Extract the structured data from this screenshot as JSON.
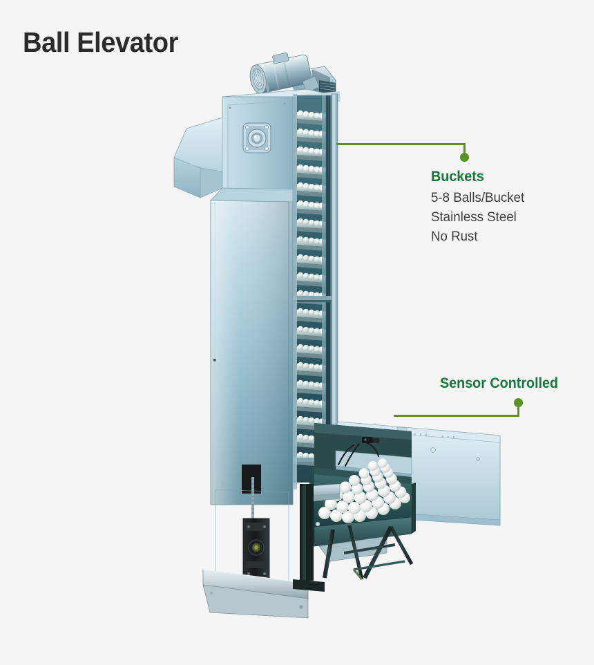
{
  "page": {
    "title": "Ball Elevator",
    "background_color": "#f5f5f5",
    "title_color": "#2b2b2b"
  },
  "theme": {
    "callout_green": "#16773a",
    "leader_line_green": "#5d9128",
    "body_text": "#3d3d3d",
    "metal_light": "#cfe0e8",
    "metal_mid": "#9fc0ce",
    "metal_dark": "#2d5560",
    "ball_white": "#f2f4f3"
  },
  "callouts": [
    {
      "id": "buckets",
      "heading": "Buckets",
      "lines": [
        "5-8 Balls/Bucket",
        "Stainless Steel",
        "No Rust"
      ]
    },
    {
      "id": "sensor",
      "heading": "Sensor Controlled",
      "lines": []
    }
  ],
  "machine": {
    "name": "ball-elevator-machine",
    "parts": [
      "drive-motor",
      "gearbox",
      "top-housing",
      "bearing-flange",
      "discharge-chute",
      "elevator-column",
      "bucket-chain",
      "ball-hopper",
      "side-conveyor-panel",
      "support-legs",
      "tensioner-assembly",
      "base-rail"
    ],
    "bucket_count": 22,
    "balls_per_bucket": 7
  }
}
